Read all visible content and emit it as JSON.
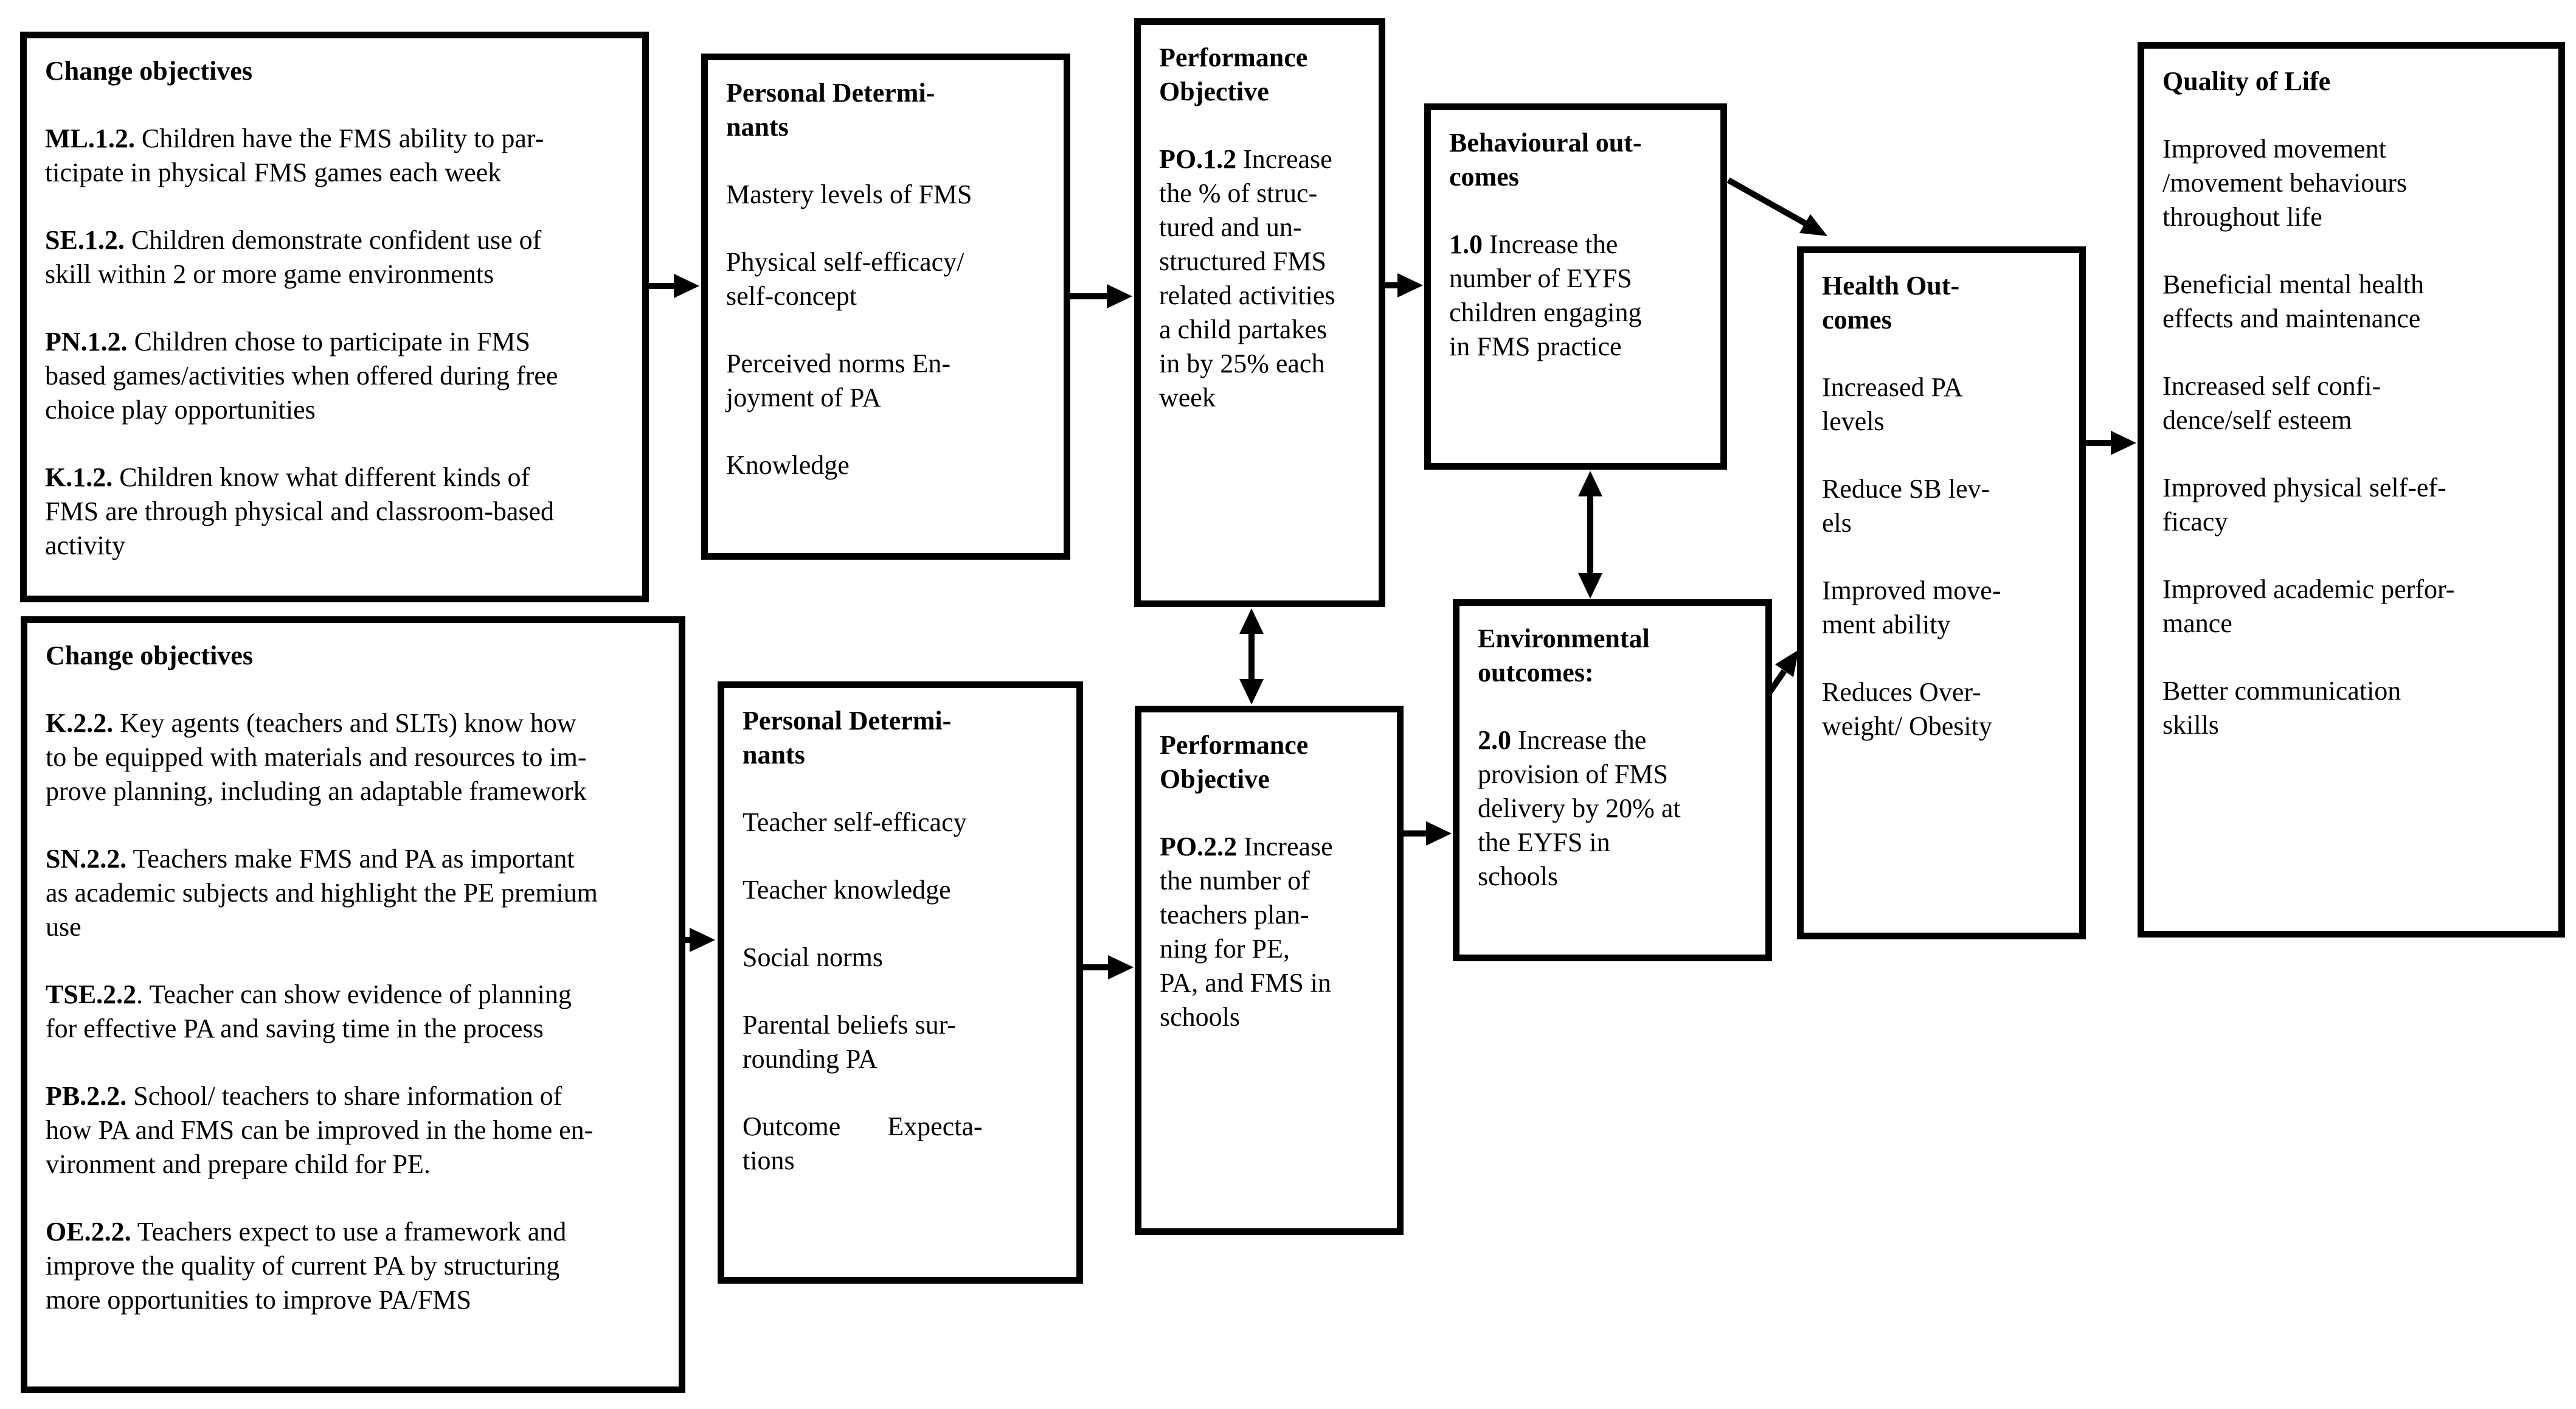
{
  "diagram": {
    "background_color": "#ffffff",
    "line_color": "#000000"
  },
  "boxes": {
    "co1": {
      "title": "Change objectives",
      "items": [
        {
          "prefix": "ML.1.2.",
          "text": " Children have the FMS ability to par-\nticipate in physical FMS games each week"
        },
        {
          "prefix": "SE.1.2.",
          "text": " Children demonstrate confident use of\nskill within 2 or more game environments"
        },
        {
          "prefix": "PN.1.2.",
          "text": " Children chose to participate in FMS\nbased games/activities when offered during free\nchoice play opportunities"
        },
        {
          "prefix": "K.1.2.",
          "text": " Children know what different kinds of\nFMS are through physical and classroom-based\nactivity"
        }
      ]
    },
    "co2": {
      "title": "Change objectives",
      "items": [
        {
          "prefix": "K.2.2.",
          "text": " Key agents (teachers and SLTs) know how\nto be equipped with materials and resources to im-\nprove planning, including an adaptable framework"
        },
        {
          "prefix": "SN.2.2.",
          "text": " Teachers make FMS and PA as important\nas academic subjects and highlight the PE premium\nuse"
        },
        {
          "prefix": "TSE.2.2",
          "text": ". Teacher can show evidence of planning\nfor effective PA and saving time in the process"
        },
        {
          "prefix": "PB.2.2.",
          "text": " School/ teachers to share information of\nhow PA and FMS can be improved in the home en-\nvironment and prepare child for PE."
        },
        {
          "prefix": "OE.2.2.",
          "text": " Teachers expect to use a framework and\nimprove the quality of current PA by structuring\nmore opportunities to improve PA/FMS"
        }
      ]
    },
    "pd1": {
      "title": "Personal Determi-\nnants",
      "items": [
        "Mastery levels of FMS",
        "Physical self-efficacy/\nself-concept",
        "Perceived norms En-\njoyment of PA",
        "Knowledge"
      ]
    },
    "pd2": {
      "title": "Personal Determi-\nnants",
      "items": [
        "Teacher self-efficacy",
        "Teacher knowledge",
        "Social norms",
        "Parental beliefs sur-\nrounding PA",
        "Outcome       Expecta-\ntions"
      ]
    },
    "po1": {
      "title": "Performance\nObjective",
      "body": {
        "prefix": "PO.1.2",
        "text": " Increase\nthe % of struc-\ntured and un-\nstructured FMS\nrelated activities\na child partakes\nin by 25% each\nweek"
      }
    },
    "po2": {
      "title": "Performance\nObjective",
      "body": {
        "prefix": "PO.2.2",
        "text": " Increase\nthe number of\nteachers plan-\nning for PE,\nPA, and FMS in\nschools"
      }
    },
    "behav": {
      "title": "Behavioural out-\ncomes",
      "body": {
        "prefix": "1.0",
        "text": " Increase the\nnumber of EYFS\nchildren engaging\nin FMS practice"
      }
    },
    "env": {
      "title": "Environmental\noutcomes:",
      "body": {
        "prefix": "2.0",
        "text": " Increase the\nprovision of FMS\ndelivery by 20% at\nthe EYFS in\nschools"
      }
    },
    "health": {
      "title": "Health Out-\ncomes",
      "items": [
        "Increased PA\nlevels",
        "Reduce SB lev-\nels",
        "Improved move-\nment ability",
        "Reduces Over-\nweight/ Obesity"
      ]
    },
    "qol": {
      "title": "Quality of Life",
      "items": [
        "Improved movement\n/movement behaviours\nthroughout life",
        "Beneficial mental health\neffects and maintenance",
        "Increased self confi-\ndence/self esteem",
        "Improved physical self-ef-\nficacy",
        "Improved academic perfor-\nmance",
        "Better communication\nskills"
      ]
    }
  }
}
